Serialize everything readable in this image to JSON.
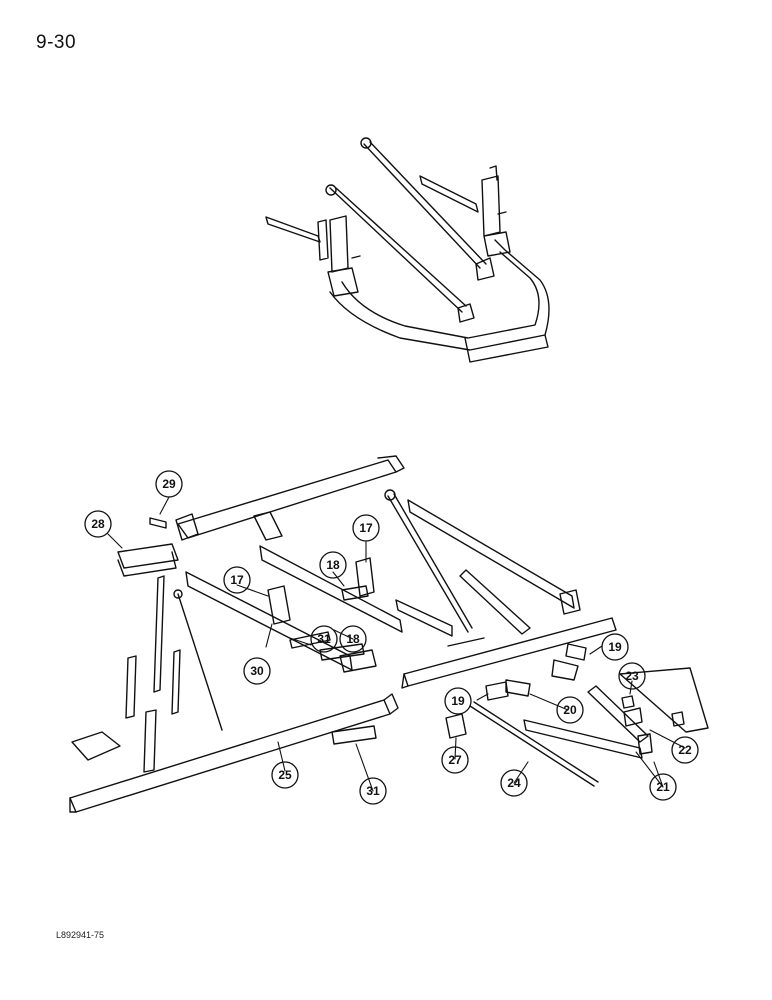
{
  "page_number": "9-30",
  "reference_code": "L892941-75",
  "callouts": [
    {
      "id": "c29",
      "label": "29"
    },
    {
      "id": "c28",
      "label": "28"
    },
    {
      "id": "c17a",
      "label": "17"
    },
    {
      "id": "c17b",
      "label": "17"
    },
    {
      "id": "c18a",
      "label": "18"
    },
    {
      "id": "c18b",
      "label": "18"
    },
    {
      "id": "c31a",
      "label": "31"
    },
    {
      "id": "c31b",
      "label": "31"
    },
    {
      "id": "c30",
      "label": "30"
    },
    {
      "id": "c25",
      "label": "25"
    },
    {
      "id": "c27",
      "label": "27"
    },
    {
      "id": "c24",
      "label": "24"
    },
    {
      "id": "c19a",
      "label": "19"
    },
    {
      "id": "c19b",
      "label": "19"
    },
    {
      "id": "c20",
      "label": "20"
    },
    {
      "id": "c23",
      "label": "23"
    },
    {
      "id": "c22",
      "label": "22"
    },
    {
      "id": "c21",
      "label": "21"
    }
  ]
}
